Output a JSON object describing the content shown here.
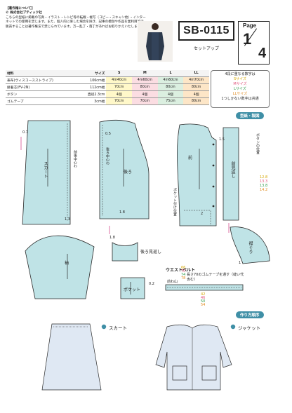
{
  "copyright": {
    "title": "【著作権について】",
    "owner": "© 株式会社ブティック社",
    "body": "こちらの型紙に掲載の写真・イラスト・レシピ等の転載・複写（コピー・スキャン他）・インターネットでの使用を禁じます。また、個人的に楽しむ場合を除き、記事の模倣や作品を業利目的で販売することは著作権法で禁じられています。万一乱丁・落丁があればお取りかえいたします。"
  },
  "pattern_code": "SB-0115",
  "pattern_name": "セットアップ",
  "page": {
    "label": "Page",
    "current": "1",
    "total": "4"
  },
  "materials": {
    "headers": [
      "材料",
      "サイズ",
      "S",
      "M",
      "L",
      "LL"
    ],
    "rows": [
      {
        "name": "表布(ヴィスコースストライプ)",
        "width": "106cm幅",
        "S": "4m40cm",
        "M": "4m60cm",
        "L": "4m60cm",
        "LL": "4m70cm"
      },
      {
        "name": "接着芯(FV-2N)",
        "width": "112cm幅",
        "S": "70cm",
        "M": "80cm",
        "L": "80cm",
        "LL": "80cm"
      },
      {
        "name": "ボタン",
        "width": "直径2.3cm",
        "S": "4個",
        "M": "4個",
        "L": "4個",
        "LL": "4個"
      },
      {
        "name": "ゴムテープ",
        "width": "3cm幅",
        "S": "70cm",
        "M": "70cm",
        "L": "75cm",
        "LL": "80cm"
      }
    ]
  },
  "legend": {
    "title": "4段に重なる数字は",
    "lines": [
      "Sサイズ",
      "Mサイズ",
      "Lサイズ",
      "LLサイズ",
      "1つしかない数字は共通"
    ]
  },
  "badges": {
    "pattern": "型紙・製図",
    "order": "作り方順序"
  },
  "pieces": {
    "skirt": "スカート",
    "back": "後ろ",
    "front": "前",
    "sleeve": "袖",
    "back_facing": "後ろ見返し",
    "pocket": "ポケット",
    "front_facing": "前見返し",
    "collar": "襟ぐり",
    "waist_belt": "ウエストベルト",
    "pocket_position": "ポケット付け位置",
    "center_front_fold": "前後中心わ",
    "back_center": "後ろ中心わ",
    "button_position": "ボタンの位置"
  },
  "measures": {
    "m07": "0.7",
    "m05": "0.5",
    "m18a": "1.8",
    "m13": "1.3",
    "m2": "2",
    "m18b": "1.8",
    "m02": "0.2",
    "m15": "1.5",
    "m1": "1",
    "button_sizes": [
      "12.8",
      "13.3",
      "13.8",
      "14.2"
    ],
    "belt_sizes": [
      "66",
      "70",
      "74",
      "78"
    ],
    "belt_widths": [
      "42",
      "46",
      "50",
      "54"
    ],
    "belt_note": "長さ70のゴムテープを通す（縫い代含む）",
    "belt_front": "前わ山"
  },
  "how_to": {
    "skirt": "スカート",
    "jacket": "ジャケット"
  },
  "colors": {
    "pattern_fill": "#bfe3e6",
    "pattern_stroke": "#2a2a2a",
    "accent": "#3f8fa6",
    "size_S": "#d4a600",
    "size_M": "#e0527a",
    "size_L": "#2f9a4a",
    "size_LL": "#e08a1e"
  }
}
